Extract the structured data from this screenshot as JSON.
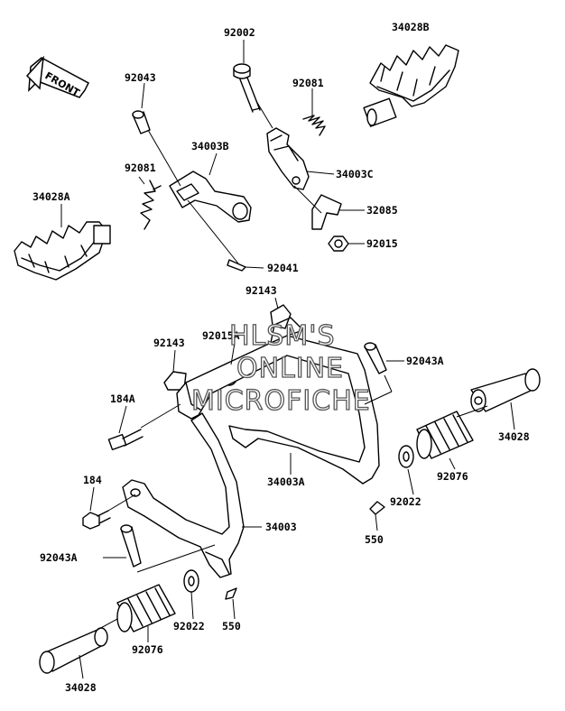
{
  "direction_indicator": "FRONT",
  "watermark": {
    "line1": "HLSM'S",
    "line2": "ONLINE",
    "line3": "MICROFICHE"
  },
  "labels": {
    "p92002": "92002",
    "p34028B": "34028B",
    "p92081_top": "92081",
    "p92043_top": "92043",
    "p34003B": "34003B",
    "p34003C": "34003C",
    "p92081_left": "92081",
    "p34028A": "34028A",
    "p32085": "32085",
    "p92015": "92015",
    "p92041": "92041",
    "p92143_top": "92143",
    "p92015A": "92015A",
    "p92143_left": "92143",
    "p92043A_right": "92043A",
    "p184A": "184A",
    "p34028_right": "34028",
    "p34003A": "34003A",
    "p92076_right": "92076",
    "p92022_right": "92022",
    "p184": "184",
    "p550_right": "550",
    "p34003": "34003",
    "p92043A_left": "92043A",
    "p92022_bottom": "92022",
    "p550_bottom": "550",
    "p92076_left": "92076",
    "p34028_bottom": "34028"
  }
}
